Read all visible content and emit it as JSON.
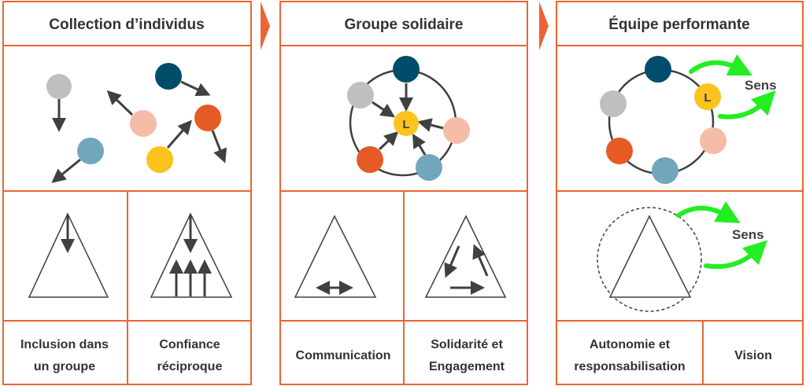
{
  "colors": {
    "border": "#ec6433",
    "navy": "#004d6b",
    "gray": "#bfbfbf",
    "pink": "#f5bca8",
    "orange": "#e55a25",
    "yellow": "#fcc31e",
    "blue": "#71a7bd",
    "green": "#22ee22"
  },
  "panels": [
    {
      "title": "Collection d’individus",
      "labels": [
        [
          "Inclusion dans",
          "un groupe"
        ],
        [
          "Confiance",
          "réciproque"
        ]
      ]
    },
    {
      "title": "Groupe solidaire",
      "leader": "L",
      "labels": [
        [
          "Communication"
        ],
        [
          "Solidarité et",
          "Engagement"
        ]
      ]
    },
    {
      "title": "Équipe performante",
      "leader": "L",
      "sens": "Sens",
      "labels": [
        [
          "Autonomie et",
          "responsabilisation"
        ],
        [
          "Vision"
        ]
      ]
    }
  ]
}
